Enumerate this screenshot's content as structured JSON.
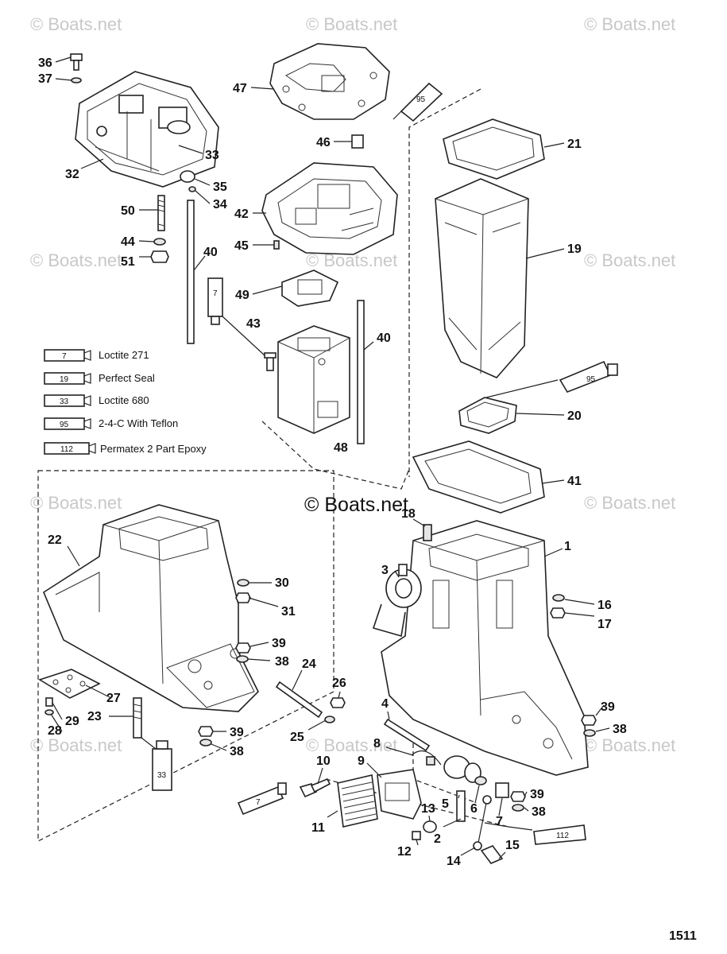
{
  "watermarks": {
    "small": "© Boats.net",
    "main": "© Boats.net"
  },
  "legend": [
    {
      "code": "7",
      "label": "Loctite 271"
    },
    {
      "code": "19",
      "label": "Perfect Seal"
    },
    {
      "code": "33",
      "label": "Loctite 680"
    },
    {
      "code": "95",
      "label": "2-4-C With Teflon"
    },
    {
      "code": "112",
      "label": "Permatex 2 Part Epoxy"
    }
  ],
  "callouts": {
    "c36": "36",
    "c37": "37",
    "c32": "32",
    "c33": "33",
    "c35": "35",
    "c34": "34",
    "c50": "50",
    "c44": "44",
    "c51": "51",
    "c40a": "40",
    "c43": "43",
    "c47": "47",
    "c46": "46",
    "c42": "42",
    "c45": "45",
    "c49": "49",
    "c40b": "40",
    "c48": "48",
    "c21": "21",
    "c19": "19",
    "c20": "20",
    "c41": "41",
    "c22": "22",
    "c30": "30",
    "c31": "31",
    "c39a": "39",
    "c38a": "38",
    "c24": "24",
    "c26": "26",
    "c27": "27",
    "c29": "29",
    "c28": "28",
    "c23": "23",
    "c25": "25",
    "c39b": "39",
    "c38b": "38",
    "c18": "18",
    "c3": "3",
    "c1": "1",
    "c16": "16",
    "c17": "17",
    "c4": "4",
    "c39c": "39",
    "c38c": "38",
    "c8": "8",
    "c9": "9",
    "c10": "10",
    "c11": "11",
    "c13": "13",
    "c5": "5",
    "c6": "6",
    "c7": "7",
    "c39d": "39",
    "c38d": "38",
    "c2": "2",
    "c12": "12",
    "c14": "14",
    "c15": "15"
  },
  "tube_labels": {
    "t95a": "95",
    "t95b": "95",
    "t7": "7",
    "t33": "33",
    "t7b": "7",
    "t112": "112"
  },
  "page_number": "1511"
}
